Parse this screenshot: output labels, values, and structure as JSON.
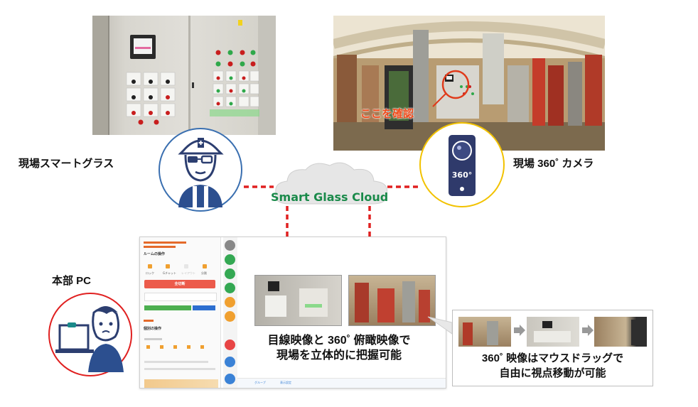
{
  "labels": {
    "smart_glass": "現場スマートグラス",
    "camera_360": "現場 360˚ カメラ",
    "hq_pc": "本部 PC"
  },
  "cloud": {
    "name": "Smart Glass Cloud"
  },
  "pano_annotation": "ここを確認",
  "camera_badge": "360°",
  "captions": {
    "main_line1": "目線映像と 360˚ 俯瞰映像で",
    "main_line2": "現場を立体的に把握可能",
    "side_line1": "360˚ 映像はマウスドラッグで",
    "side_line2": "自由に視点移動が可能"
  },
  "screen": {
    "room_title": "ルームの操作",
    "emergency_button": "全切断",
    "buttons": [
      "ロック",
      "Gチャット",
      "レイアウト",
      "分割"
    ],
    "section_label": "個別の操作",
    "bottom_tabs": [
      "グループ",
      "表示設定"
    ]
  },
  "colors": {
    "connector": "#e02020",
    "cloud_text": "#1a8a4a",
    "glass_ring": "#3a6fb0",
    "camera_ring": "#f2c200",
    "pc_ring": "#e02020",
    "camera_body": "#2f3a6b"
  },
  "icons": [
    "worker-helmet-icon",
    "camera-360-icon",
    "office-worker-pc-icon",
    "cloud-icon",
    "right-arrow-icon"
  ]
}
